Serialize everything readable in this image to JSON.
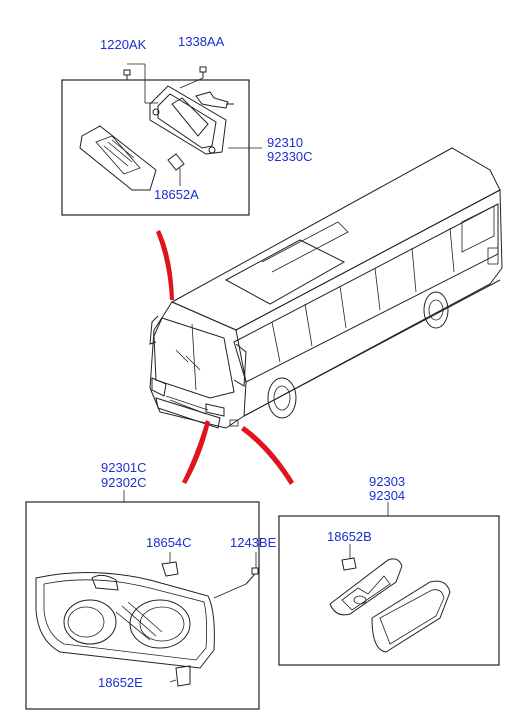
{
  "labels": {
    "p1220ak": "1220AK",
    "p1338aa": "1338AA",
    "p92310": "92310",
    "p92330c": "92330C",
    "p18652a": "18652A",
    "p92301c": "92301C",
    "p92302c": "92302C",
    "p18654c": "18654C",
    "p1243be": "1243BE",
    "p18652e": "18652E",
    "p92303": "92303",
    "p92304": "92304",
    "p18652b": "18652B"
  },
  "colors": {
    "label": "#1a2fd0",
    "pointer": "#e0141c",
    "line": "#222222"
  }
}
